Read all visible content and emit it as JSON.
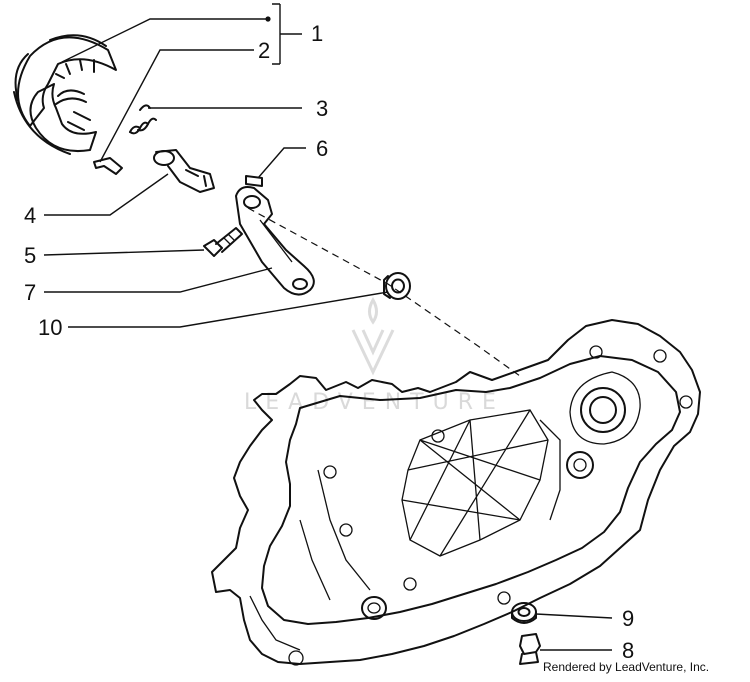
{
  "callouts": {
    "c1": "1",
    "c2": "2",
    "c3": "3",
    "c4": "4",
    "c5": "5",
    "c6": "6",
    "c7": "7",
    "c8": "8",
    "c9": "9",
    "c10": "10"
  },
  "watermark": {
    "text": "LEADVENTURE"
  },
  "credit": "Rendered by LeadVenture, Inc."
}
